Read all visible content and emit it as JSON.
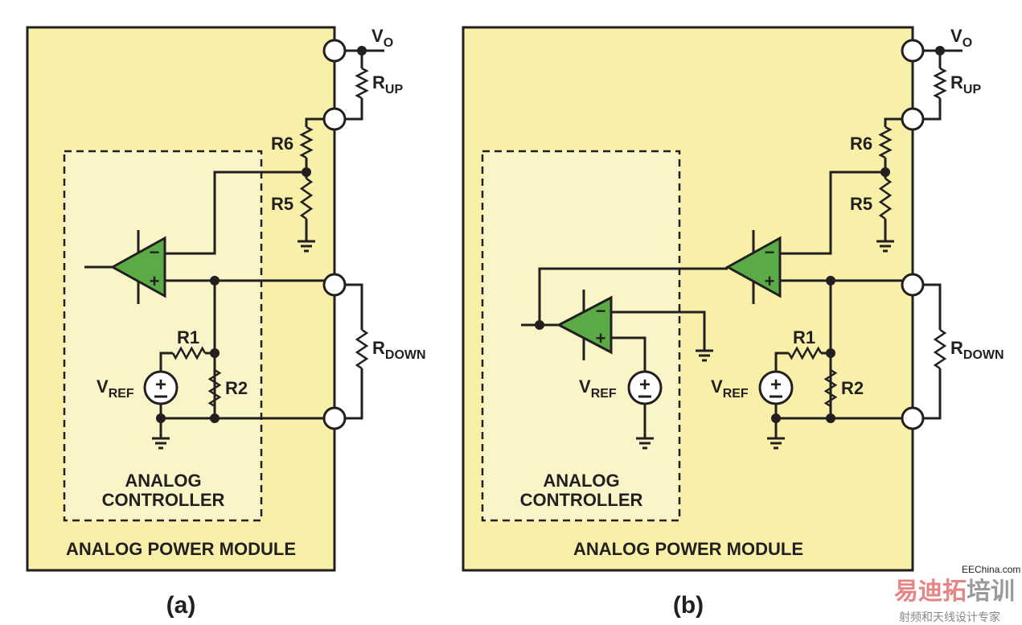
{
  "colors": {
    "module_fill": "#f8f0a8",
    "controller_fill": "#faf5c8",
    "opamp": "#5aab46",
    "line": "#231f20"
  },
  "panel_a": {
    "caption": "(a)",
    "module_label": "ANALOG POWER MODULE",
    "controller_label_1": "ANALOG",
    "controller_label_2": "CONTROLLER",
    "vo": {
      "main": "V",
      "sub": "O"
    },
    "rup": {
      "main": "R",
      "sub": "UP"
    },
    "rdown": {
      "main": "R",
      "sub": "DOWN"
    },
    "r6": "R6",
    "r5": "R5",
    "r1": "R1",
    "r2": "R2",
    "vref": {
      "main": "V",
      "sub": "REF"
    }
  },
  "panel_b": {
    "caption": "(b)",
    "module_label": "ANALOG POWER MODULE",
    "controller_label_1": "ANALOG",
    "controller_label_2": "CONTROLLER",
    "vo": {
      "main": "V",
      "sub": "O"
    },
    "rup": {
      "main": "R",
      "sub": "UP"
    },
    "rdown": {
      "main": "R",
      "sub": "DOWN"
    },
    "r6": "R6",
    "r5": "R5",
    "r1": "R1",
    "r2": "R2",
    "vref_inner": {
      "main": "V",
      "sub": "REF"
    },
    "vref_outer": {
      "main": "V",
      "sub": "REF"
    }
  },
  "symbols": {
    "minus": "−",
    "plus": "+"
  },
  "watermark": {
    "brand_red": "易迪拓",
    "brand_gray": "培训",
    "tagline": "射频和天线设计专家",
    "site": "EEChina.com"
  }
}
